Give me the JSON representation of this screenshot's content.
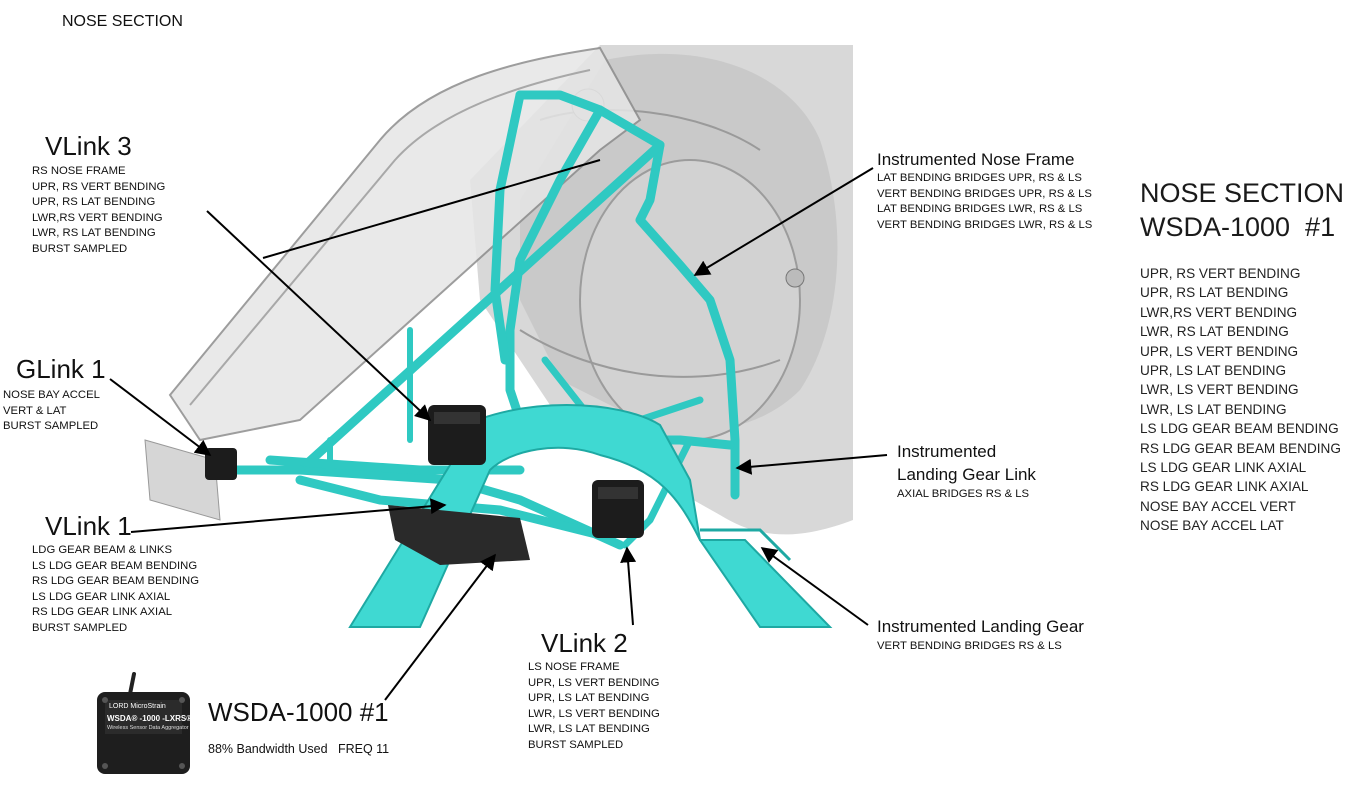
{
  "header": {
    "title": "NOSE SECTION"
  },
  "colors": {
    "structure": "#3fd9d2",
    "structure_dark": "#17a9a3",
    "ghost": "#bdbdbd",
    "sensor": "#1b1b1b"
  },
  "callouts": {
    "vlink3": {
      "title": "VLink 3",
      "lines": [
        "RS NOSE FRAME",
        "UPR, RS VERT BENDING",
        "UPR, RS LAT BENDING",
        "LWR,RS VERT BENDING",
        "LWR, RS LAT BENDING",
        "BURST SAMPLED"
      ]
    },
    "glink1": {
      "title": "GLink 1",
      "lines": [
        "NOSE BAY ACCEL",
        "VERT & LAT",
        "BURST SAMPLED"
      ]
    },
    "vlink1": {
      "title": "VLink 1",
      "lines": [
        "LDG GEAR BEAM & LINKS",
        "LS LDG GEAR BEAM BENDING",
        "RS LDG GEAR BEAM BENDING",
        "LS LDG GEAR LINK AXIAL",
        "RS LDG GEAR LINK AXIAL",
        "BURST SAMPLED"
      ]
    },
    "vlink2": {
      "title": "VLink 2",
      "lines": [
        "LS NOSE FRAME",
        "UPR, LS VERT BENDING",
        "UPR, LS LAT BENDING",
        "LWR, LS VERT BENDING",
        "LWR, LS LAT BENDING",
        "BURST SAMPLED"
      ]
    },
    "wsda": {
      "title": "WSDA-1000 #1",
      "subtitle": "88% Bandwidth Used   FREQ 11"
    },
    "nose_frame": {
      "title": "Instrumented Nose Frame",
      "lines": [
        "LAT BENDING BRIDGES UPR, RS & LS",
        "VERT BENDING BRIDGES UPR, RS & LS",
        "LAT BENDING BRIDGES LWR, RS & LS",
        "VERT BENDING BRIDGES LWR, RS & LS"
      ]
    },
    "gear_link": {
      "title_line1": "Instrumented",
      "title_line2": "Landing Gear Link",
      "lines": [
        "AXIAL BRIDGES  RS & LS"
      ]
    },
    "landing_gear": {
      "title": "Instrumented Landing Gear",
      "lines": [
        "VERT BENDING BRIDGES  RS & LS"
      ]
    }
  },
  "device_label": {
    "brand": "LORD MicroStrain",
    "model": "WSDA® -1000 -LXRS®",
    "desc": "Wireless Sensor Data Aggregator"
  },
  "summary": {
    "title_line1": "NOSE SECTION",
    "title_line2": "WSDA-1000  #1",
    "channels": [
      "UPR, RS VERT BENDING",
      "UPR, RS LAT BENDING",
      "LWR,RS VERT BENDING",
      "LWR, RS LAT BENDING",
      "UPR, LS VERT BENDING",
      "UPR, LS LAT BENDING",
      "LWR, LS VERT BENDING",
      "LWR, LS LAT BENDING",
      "LS LDG GEAR BEAM BENDING",
      "RS LDG GEAR BEAM BENDING",
      "LS LDG GEAR LINK AXIAL",
      "RS LDG GEAR LINK AXIAL",
      "NOSE BAY ACCEL VERT",
      "NOSE BAY ACCEL LAT"
    ]
  }
}
